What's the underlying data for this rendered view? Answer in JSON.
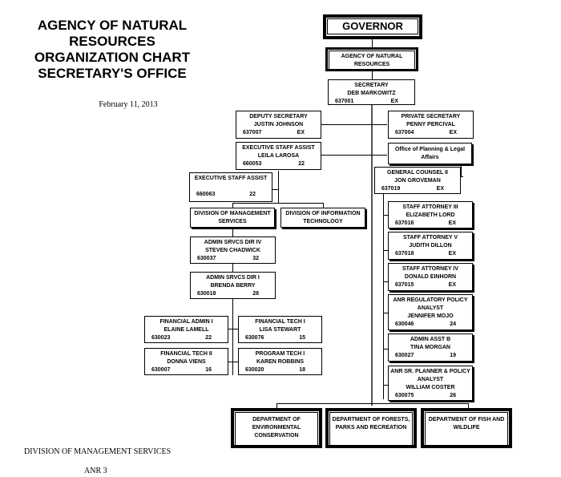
{
  "header": {
    "title_lines": [
      "AGENCY OF NATURAL",
      "RESOURCES",
      "ORGANIZATION CHART",
      "SECRETARY'S OFFICE"
    ],
    "date": "February 11, 2013"
  },
  "footer": {
    "division": "DIVISION OF MANAGEMENT SERVICES",
    "page": "ANR 3"
  },
  "nodes": {
    "governor": {
      "title": "GOVERNOR"
    },
    "agency": {
      "lines": [
        "AGENCY OF NATURAL",
        "RESOURCES"
      ]
    },
    "secretary": {
      "title": "SECRETARY",
      "name": "DEB MARKOWITZ",
      "code": "637001",
      "grade": "EX"
    },
    "deputy_secretary": {
      "title": "DEPUTY SECRETARY",
      "name": "JUSTIN JOHNSON",
      "code": "637007",
      "grade": "EX"
    },
    "private_secretary": {
      "title": "PRIVATE SECRETARY",
      "name": "PENNY PERCIVAL",
      "code": "637004",
      "grade": "EX"
    },
    "exec_staff_assist_1": {
      "title": "EXECUTIVE STAFF ASSIST",
      "name": "LEILA LAROSA",
      "code": "660053",
      "grade": "22"
    },
    "office_planning_legal": {
      "lines": [
        "Office of Planning & Legal",
        "Affairs"
      ]
    },
    "exec_staff_assist_2": {
      "title": "EXECUTIVE STAFF ASSIST",
      "name": "",
      "code": "660063",
      "grade": "22"
    },
    "general_counsel": {
      "title": "GENERAL COUNSEL II",
      "name": "JON GROVEMAN",
      "code": "637019",
      "grade": "EX"
    },
    "div_management": {
      "lines": [
        "DIVISION OF MANAGEMENT",
        "SERVICES"
      ]
    },
    "div_it": {
      "lines": [
        "DIVISION OF INFORMATION",
        "TECHNOLOGY"
      ]
    },
    "admin_srvcs_dir_iv": {
      "title": "ADMIN SRVCS DIR IV",
      "name": "STEVEN CHADWICK",
      "code": "630037",
      "grade": "32"
    },
    "admin_srvcs_dir_i": {
      "title": "ADMIN SRVCS DIR I",
      "name": "BRENDA BERRY",
      "code": "630018",
      "grade": "28"
    },
    "financial_admin_i": {
      "title": "FINANCIAL ADMIN I",
      "name": "ELAINE LAMELL",
      "code": "630023",
      "grade": "22"
    },
    "financial_tech_i": {
      "title": "FINANCIAL TECH I",
      "name": "LISA STEWART",
      "code": "630076",
      "grade": "15"
    },
    "financial_tech_ii": {
      "title": "FINANCIAL TECH II",
      "name": "DONNA VIENS",
      "code": "630007",
      "grade": "16"
    },
    "program_tech_i": {
      "title": "PROGRAM TECH I",
      "name": "KAREN ROBBINS",
      "code": "630020",
      "grade": "18"
    },
    "staff_attorney_iii": {
      "title": "STAFF ATTORNEY III",
      "name": "ELIZABETH LORD",
      "code": "637016",
      "grade": "EX"
    },
    "staff_attorney_v": {
      "title": "STAFF ATTORNEY V",
      "name": "JUDITH DILLON",
      "code": "637018",
      "grade": "EX"
    },
    "staff_attorney_iv": {
      "title": "STAFF ATTORNEY IV",
      "name": "DONALD EINHORN",
      "code": "637015",
      "grade": "EX"
    },
    "anr_reg_policy": {
      "title_lines": [
        "ANR REGULATORY POLICY",
        "ANALYST"
      ],
      "name": "JENNIFER MOJO",
      "code": "630046",
      "grade": "24"
    },
    "admin_asst_b": {
      "title": "ADMIN ASST B",
      "name": "TINA MORGAN",
      "code": "630027",
      "grade": "19"
    },
    "anr_sr_planner": {
      "title_lines": [
        "ANR SR. PLANNER & POLICY",
        "ANALYST"
      ],
      "name": "WILLIAM COSTER",
      "code": "630075",
      "grade": "26"
    },
    "dept_env": {
      "lines": [
        "DEPARTMENT OF",
        "ENVIRONMENTAL",
        "CONSERVATION"
      ]
    },
    "dept_forests": {
      "lines": [
        "DEPARTMENT OF FORESTS,",
        "PARKS AND RECREATION"
      ]
    },
    "dept_fish": {
      "lines": [
        "DEPARTMENT OF FISH AND",
        "WILDLIFE"
      ]
    }
  }
}
